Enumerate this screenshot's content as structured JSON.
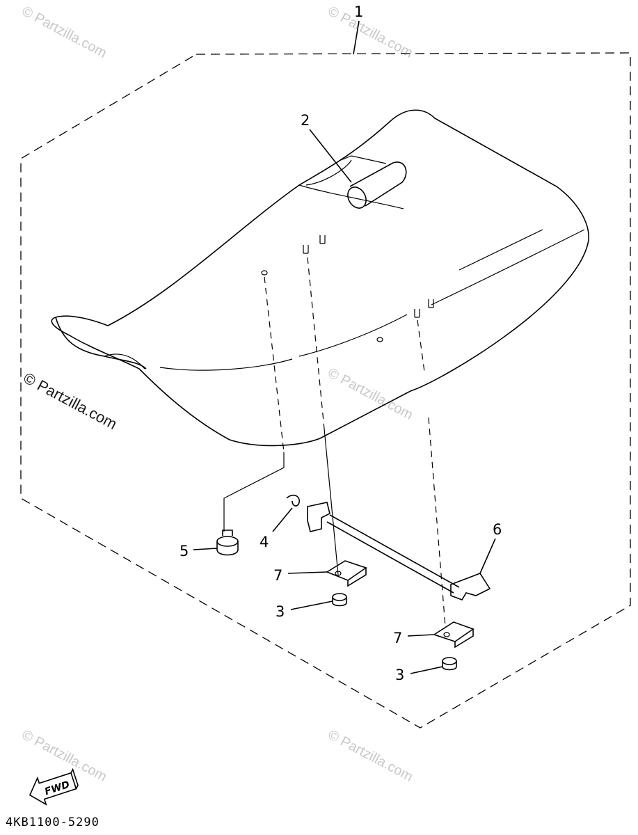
{
  "diagram": {
    "callouts": {
      "c1": "1",
      "c2": "2",
      "c3a": "3",
      "c3b": "3",
      "c4": "4",
      "c5": "5",
      "c6": "6",
      "c7a": "7",
      "c7b": "7"
    },
    "fwd_label": "FWD",
    "part_number": "4KB1100-5290"
  },
  "watermarks": {
    "main": "© Partzilla.com",
    "faint": "© Partzilla.com"
  }
}
